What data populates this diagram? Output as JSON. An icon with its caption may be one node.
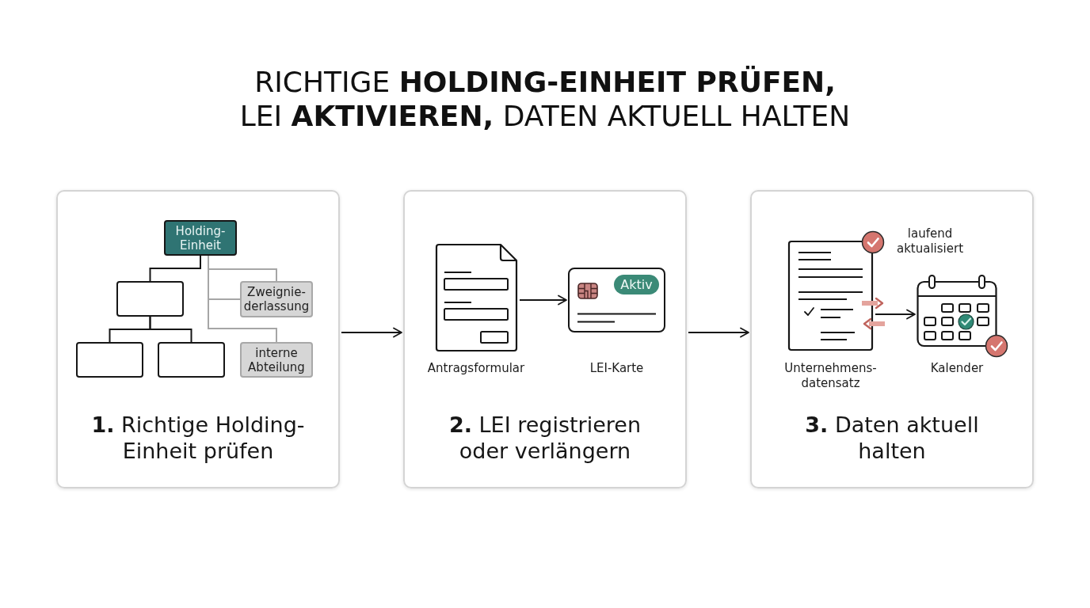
{
  "diagram": {
    "title": "RICHTIGE **HOLDING-EINHEIT PRÜFEN,** LEI **AKTIVIEREN,** DATEN AKTUELL HALTEN",
    "nodes": [
      {
        "text": [
          "**1.** Richtige Holding-Einheit prüfen"
        ]
      },
      {
        "text": [
          "Holding-Einheit"
        ],
        "in": 0
      },
      {
        "text": [],
        "shape": "box",
        "in": 0
      },
      {
        "text": [],
        "shape": "box",
        "in": 0
      },
      {
        "text": [],
        "shape": "box",
        "in": 0
      },
      {
        "text": [
          "Zweignie-derlassung"
        ],
        "in": 0
      },
      {
        "text": [
          "interne Abteilung"
        ],
        "in": 0
      },
      {
        "text": [
          "**2.** LEI registrieren oder verlängern"
        ]
      },
      {
        "text": [
          "Antragsformular"
        ],
        "in": 7
      },
      {
        "text": [
          "LEI-Karte"
        ],
        "in": 7
      },
      {
        "text": [
          "Aktiv"
        ],
        "in": 9
      },
      {
        "text": [
          "**3.** Daten aktuell halten"
        ]
      },
      {
        "text": [
          "Unternehmens-datensatz"
        ],
        "in": 11,
        "beside": [
          "laufend aktualisiert"
        ]
      },
      {
        "text": [
          "Kalender"
        ],
        "in": 11
      }
    ],
    "edges": [
      {
        "from": 1,
        "to": 2,
        "arrow": "none"
      },
      {
        "from": 1,
        "to": 5,
        "arrow": "none",
        "color": "#a6a6a6"
      },
      {
        "from": 1,
        "to": 5,
        "arrow": "none",
        "color": "#a6a6a6"
      },
      {
        "from": 1,
        "to": 6,
        "arrow": "none",
        "color": "#a6a6a6"
      },
      {
        "from": 2,
        "to": 3,
        "arrow": "none"
      },
      {
        "from": 2,
        "to": 4,
        "arrow": "none"
      },
      {
        "from": 0,
        "to": 7,
        "arrow": "to"
      },
      {
        "from": 8,
        "to": 9,
        "arrow": "to"
      },
      {
        "from": 7,
        "to": 11,
        "arrow": "to"
      },
      {
        "from": 12,
        "to": 13,
        "arrow": "to"
      }
    ]
  }
}
